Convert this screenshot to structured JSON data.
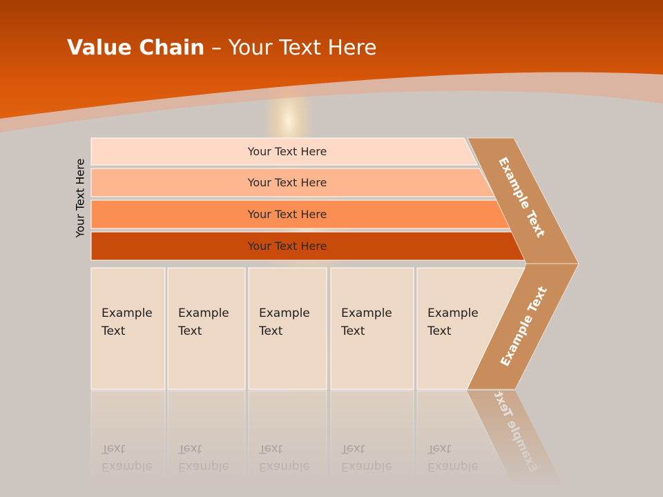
{
  "slide": {
    "title_bold": "Value Chain",
    "title_rest": " – Your Text Here",
    "side_label": "Your Text Here"
  },
  "bars": [
    {
      "label": "Your Text Here",
      "color": "#fed9c6"
    },
    {
      "label": "Your Text Here",
      "color": "#fdb690"
    },
    {
      "label": "Your Text Here",
      "color": "#fb8f53"
    },
    {
      "label": "Your Text Here",
      "color": "#c84b0c"
    }
  ],
  "boxes": [
    {
      "line1": "Example",
      "line2": "Text"
    },
    {
      "line1": "Example",
      "line2": "Text"
    },
    {
      "line1": "Example",
      "line2": "Text"
    },
    {
      "line1": "Example",
      "line2": "Text"
    },
    {
      "line1": "Example",
      "line2": "Text"
    }
  ],
  "arrow": {
    "upper_label": "Example Text",
    "lower_label": "Example Text",
    "color": "#c98d5b"
  },
  "colors": {
    "header_orange": "#d9570a",
    "box_fill": "#ecd8c4",
    "background": "#cdc5bf"
  }
}
